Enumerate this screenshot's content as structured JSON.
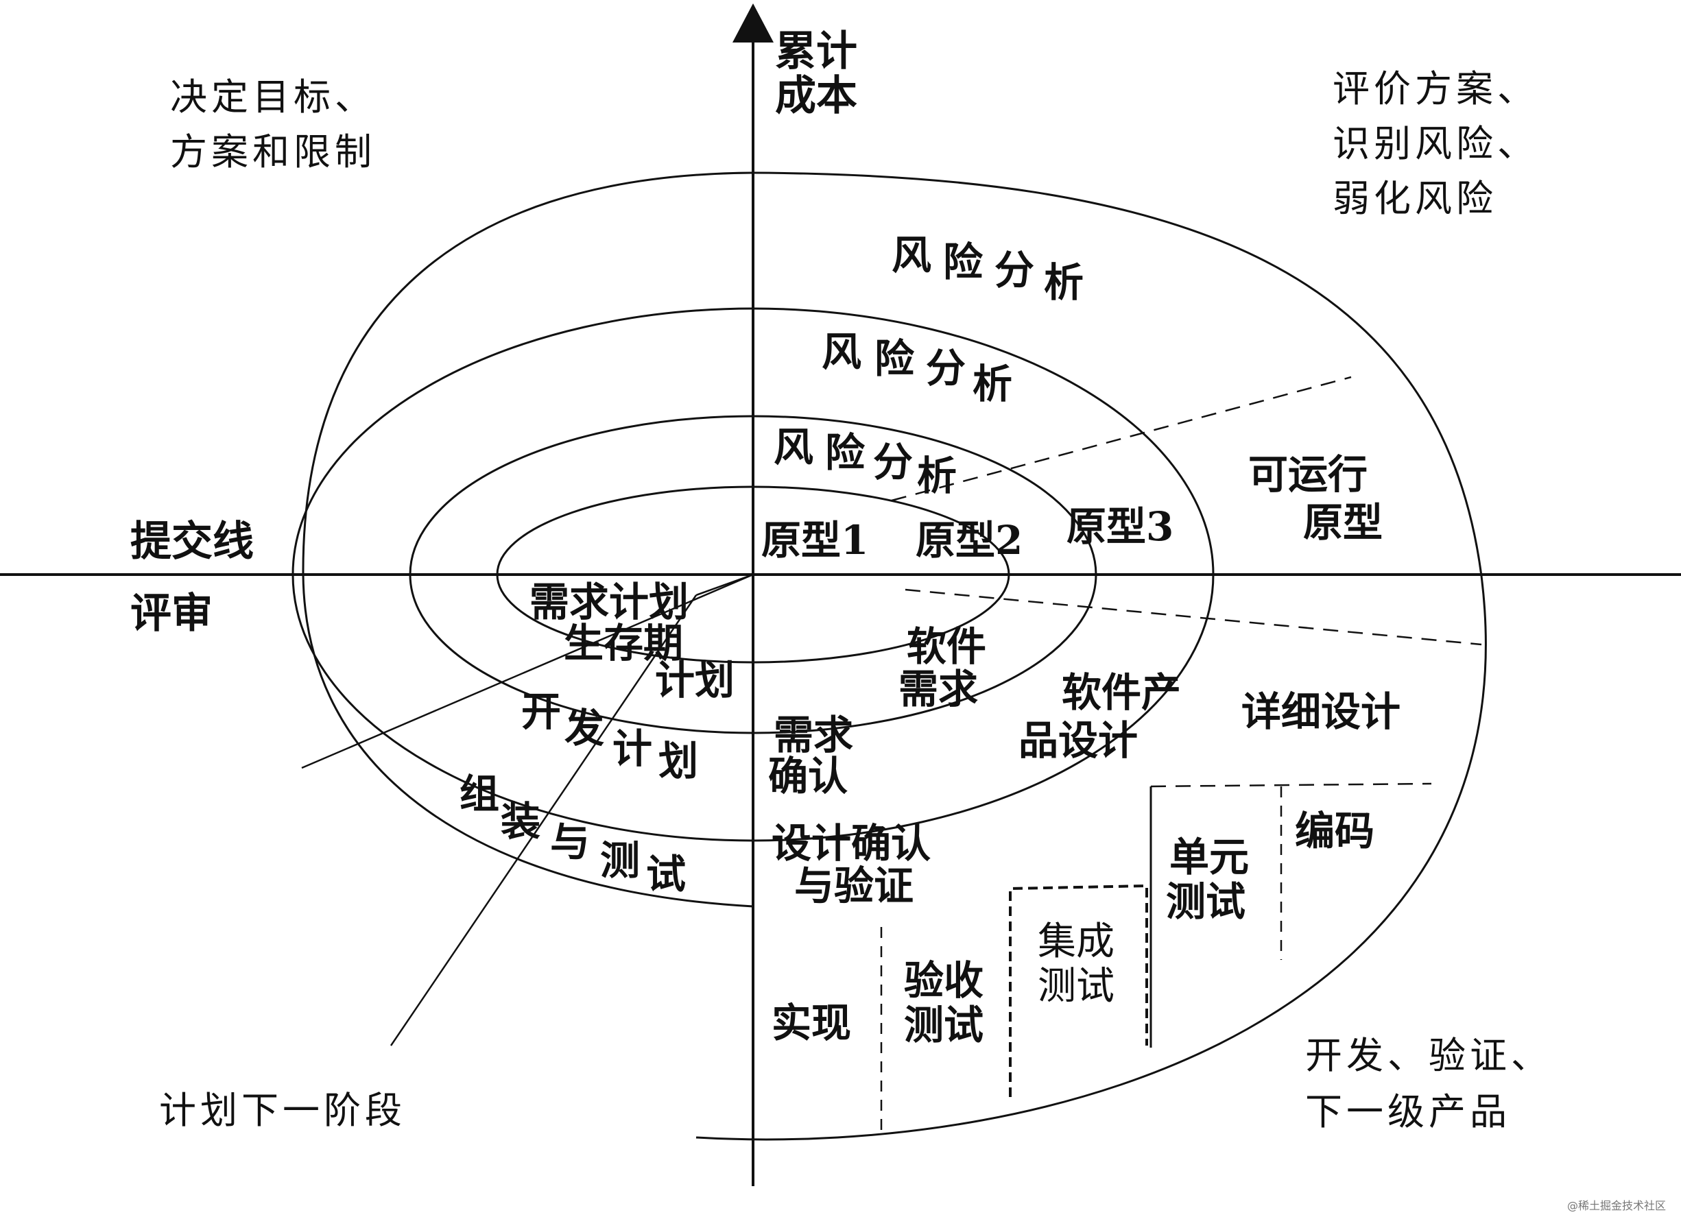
{
  "colors": {
    "line": "#111111",
    "background": "#ffffff",
    "watermark": "#777777"
  },
  "axes": {
    "y_label_line1": "累计",
    "y_label_line2": "成本",
    "commit_line": "提交线",
    "review": "评审"
  },
  "quadrants": {
    "top_left": {
      "line1": "决定目标、",
      "line2": "方案和限制"
    },
    "top_right": {
      "line1": "评价方案、",
      "line2": "识别风险、",
      "line3": "弱化风险"
    },
    "bottom_right": {
      "line1": "开发、验证、",
      "line2": "下一级产品"
    },
    "bottom_left": {
      "line1": "计划下一阶段"
    }
  },
  "risk_analysis": {
    "outer": [
      "风",
      "险",
      "分",
      "析"
    ],
    "middle": [
      "风",
      "险",
      "分",
      "析"
    ],
    "inner": [
      "风",
      "险",
      "分",
      "析"
    ]
  },
  "prototypes": {
    "p1": "原型1",
    "p2": "原型2",
    "p3": "原型3",
    "operational_line1": "可运行",
    "operational_line2": "原型"
  },
  "planning": {
    "req_plan": "需求计划",
    "lifecycle_line1": "生存期",
    "lifecycle_line2": "计划",
    "dev_plan": [
      "开",
      "发",
      "计",
      "划"
    ],
    "integration": [
      "组",
      "装",
      "与",
      "测",
      "试"
    ]
  },
  "engineering": {
    "sw_req_line1": "软件",
    "sw_req_line2": "需求",
    "req_validation_line1": "需求",
    "req_validation_line2": "确认",
    "product_design_line1": "软件产",
    "product_design_line2": "品设计",
    "design_vv_line1": "设计确认",
    "design_vv_line2": "与验证",
    "detailed_design": "详细设计",
    "coding": "编码",
    "unit_test_line1": "单元",
    "unit_test_line2": "测试",
    "integration_test_line1": "集成",
    "integration_test_line2": "测试",
    "acceptance_test_line1": "验收",
    "acceptance_test_line2": "测试",
    "implementation": "实现"
  },
  "watermark": "@稀土掘金技术社区"
}
